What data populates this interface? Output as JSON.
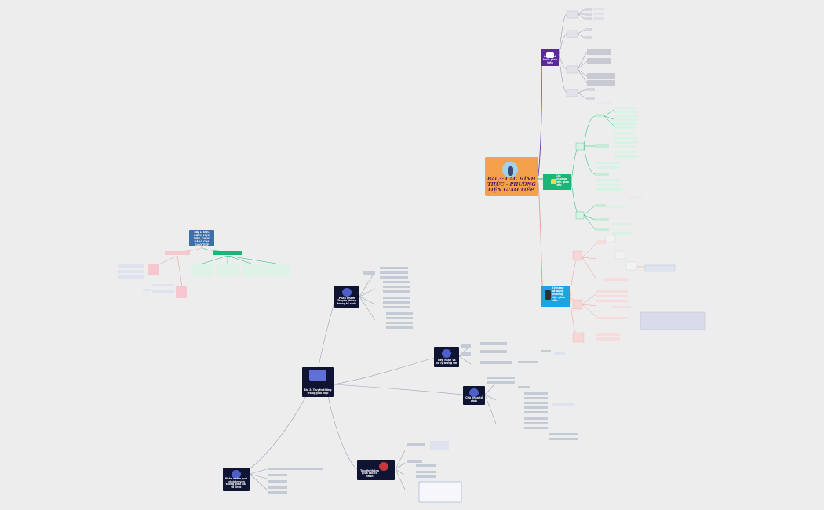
{
  "central": {
    "title": "Bài 3: CÁC HÌNH THỨC - PHƯƠNG TIỆN GIAO TIẾP"
  },
  "topics": {
    "purple": "Các hình thức giao tiếp",
    "green": "Các phương tiện giao tiếp",
    "blue": "Kỹ năng sử dụng phương tiện giao tiếp"
  },
  "bai1": {
    "title": "BÀI 1. ĐẶC ĐIỂM, MỤC TIÊU, CHỨC NĂNG CỦA GIAO TIẾP"
  },
  "bai2": {
    "title": "Bài 2: Truyền thông trong giao tiếp",
    "branches": [
      "Phân Nhóm Truyền thông trong tổ chức",
      "Tiếp nhận và xử lý thông tin",
      "Chủ nhận tổ chức",
      "Truyền thông giữa các cá nhân",
      "Phân nhóm quá trình truyền thông giao các tổ chức"
    ]
  },
  "colors": {
    "background": "#ededed",
    "central": "#f5a04a",
    "purple": "#5b2a9a",
    "green": "#19b777",
    "blue": "#1da3e0",
    "dark": "#0f1433",
    "bai1": "#3e6fa6"
  }
}
